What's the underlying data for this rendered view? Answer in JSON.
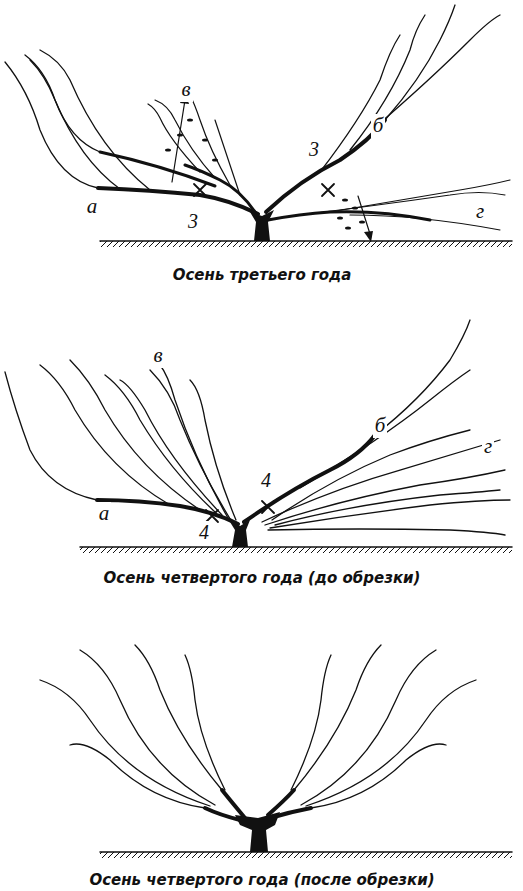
{
  "diagram": {
    "labels": [
      "в",
      "б",
      "3",
      "а",
      "3",
      "г",
      "Осень третьего года",
      "в",
      "б",
      "г",
      "4",
      "а",
      "4",
      "Осень четвертого года (до обрезки)",
      "Осень четвертого года (после обрезки)"
    ]
  }
}
